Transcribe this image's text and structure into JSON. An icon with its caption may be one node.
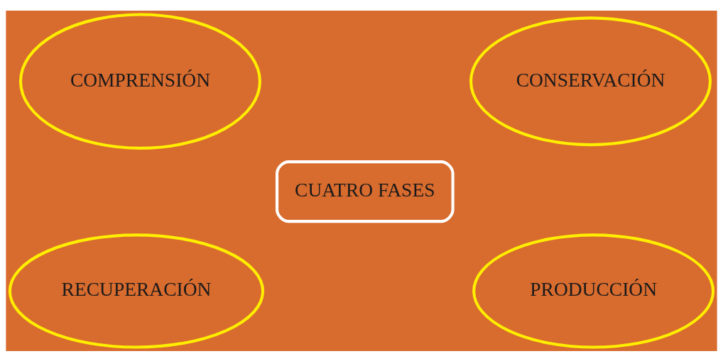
{
  "diagram": {
    "nodes": [
      {
        "text": [
          "COMPRENSIÓN"
        ]
      },
      {
        "text": [
          "CONSERVACIÓN"
        ]
      },
      {
        "text": [
          "CUATRO FASES"
        ]
      },
      {
        "text": [
          "RECUPERACIÓN"
        ]
      },
      {
        "text": [
          "PRODUCCIÓN"
        ]
      }
    ],
    "edges": []
  }
}
